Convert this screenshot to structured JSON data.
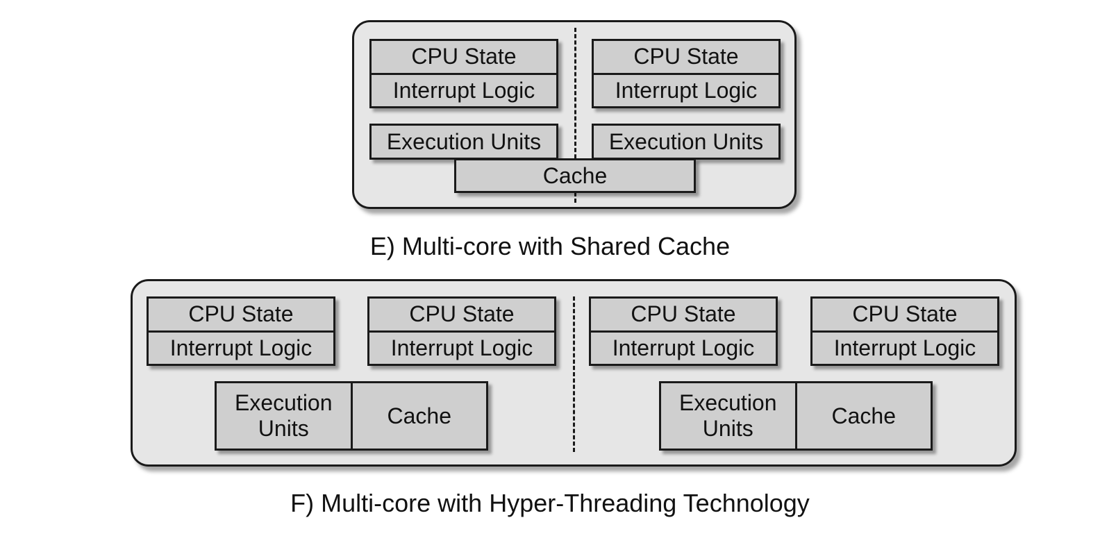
{
  "top_diagram": {
    "cores": [
      {
        "cpu_state": "CPU State",
        "interrupt_logic": "Interrupt Logic",
        "execution_units": "Execution Units"
      },
      {
        "cpu_state": "CPU State",
        "interrupt_logic": "Interrupt Logic",
        "execution_units": "Execution Units"
      }
    ],
    "shared_cache": "Cache",
    "caption": "E) Multi-core with Shared Cache"
  },
  "bottom_diagram": {
    "cores": [
      {
        "threads": [
          {
            "cpu_state": "CPU State",
            "interrupt_logic": "Interrupt Logic"
          },
          {
            "cpu_state": "CPU State",
            "interrupt_logic": "Interrupt Logic"
          }
        ],
        "execution_units": "Execution\nUnits",
        "cache": "Cache"
      },
      {
        "threads": [
          {
            "cpu_state": "CPU State",
            "interrupt_logic": "Interrupt Logic"
          },
          {
            "cpu_state": "CPU State",
            "interrupt_logic": "Interrupt Logic"
          }
        ],
        "execution_units": "Execution\nUnits",
        "cache": "Cache"
      }
    ],
    "caption": "F) Multi-core with Hyper-Threading Technology"
  }
}
